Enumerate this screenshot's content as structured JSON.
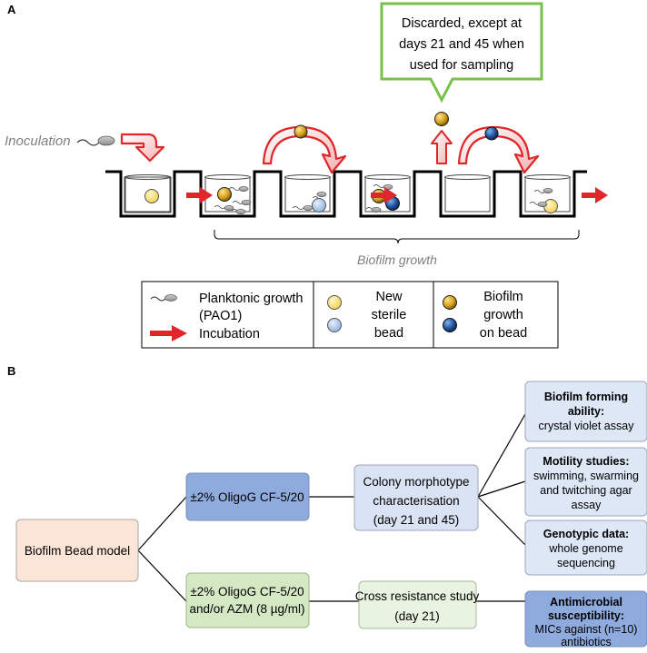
{
  "panel_a": {
    "label": "A",
    "inoculation": "Inoculation",
    "callout": [
      "Discarded, except at",
      "days 21 and 45 when",
      "used for sampling"
    ],
    "biofilm_growth": "Biofilm growth",
    "legend": {
      "planktonic": [
        "Planktonic growth",
        "(PAO1)"
      ],
      "incubation": "Incubation",
      "new_bead": [
        "New",
        "sterile",
        "bead"
      ],
      "biofilm_bead": [
        "Biofilm",
        "growth",
        "on bead"
      ]
    },
    "colors": {
      "arrow_red": "#e0262b",
      "yellow_bead": "#f7e07a",
      "blue_bead": "#aac3e6",
      "gold_bead": "#d9a521",
      "navy_bead": "#1e4f8f",
      "callout_border": "#78c24a"
    }
  },
  "panel_b": {
    "label": "B",
    "model": "Biofilm Bead model",
    "treatment1": "±2% OligoG CF-5/20",
    "treatment2": [
      "±2% OligoG CF-5/20",
      "and/or AZM (8 µg/ml)"
    ],
    "colony": [
      "Colony morphotype",
      "characterisation",
      "(day 21 and 45)"
    ],
    "cross": [
      "Cross resistance study",
      "(day 21)"
    ],
    "biofilm_forming": {
      "title": [
        "Biofilm forming",
        "ability:"
      ],
      "body": [
        "crystal violet assay"
      ]
    },
    "motility": {
      "title": [
        "Motility studies:"
      ],
      "body": [
        "swimming, swarming",
        "and twitching agar",
        "assay"
      ]
    },
    "genotypic": {
      "title": [
        "Genotypic data:"
      ],
      "body": [
        "whole genome",
        "sequencing"
      ]
    },
    "antimicrobial": {
      "title": [
        "Antimicrobial",
        "susceptibility:"
      ],
      "body": [
        "MICs against (n=10)",
        "antibiotics"
      ]
    },
    "colors": {
      "model_fill": "#fbe5d6",
      "blue_fill": "#8faadc",
      "light_blue_fill": "#dae3f3",
      "green_fill": "#d5e8c4",
      "light_green_fill": "#e9f3e1",
      "out_blue_fill": "#dee7f5",
      "stroke": "#9a9a9a"
    }
  }
}
